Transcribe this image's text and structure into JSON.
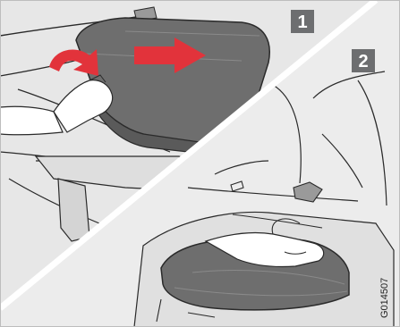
{
  "panels": [
    {
      "label": "1"
    },
    {
      "label": "2"
    }
  ],
  "figure_ref": "G014507",
  "colors": {
    "background": "#e9e9e9",
    "cushion": "#6e6e6e",
    "cushion_light": "#8a8a8a",
    "arrow": "#e2333b",
    "badge": "#6d6e70",
    "line": "#2a2a2a"
  },
  "icons": [
    "arrow-right-icon",
    "curved-arrow-icon",
    "hand-icon"
  ]
}
